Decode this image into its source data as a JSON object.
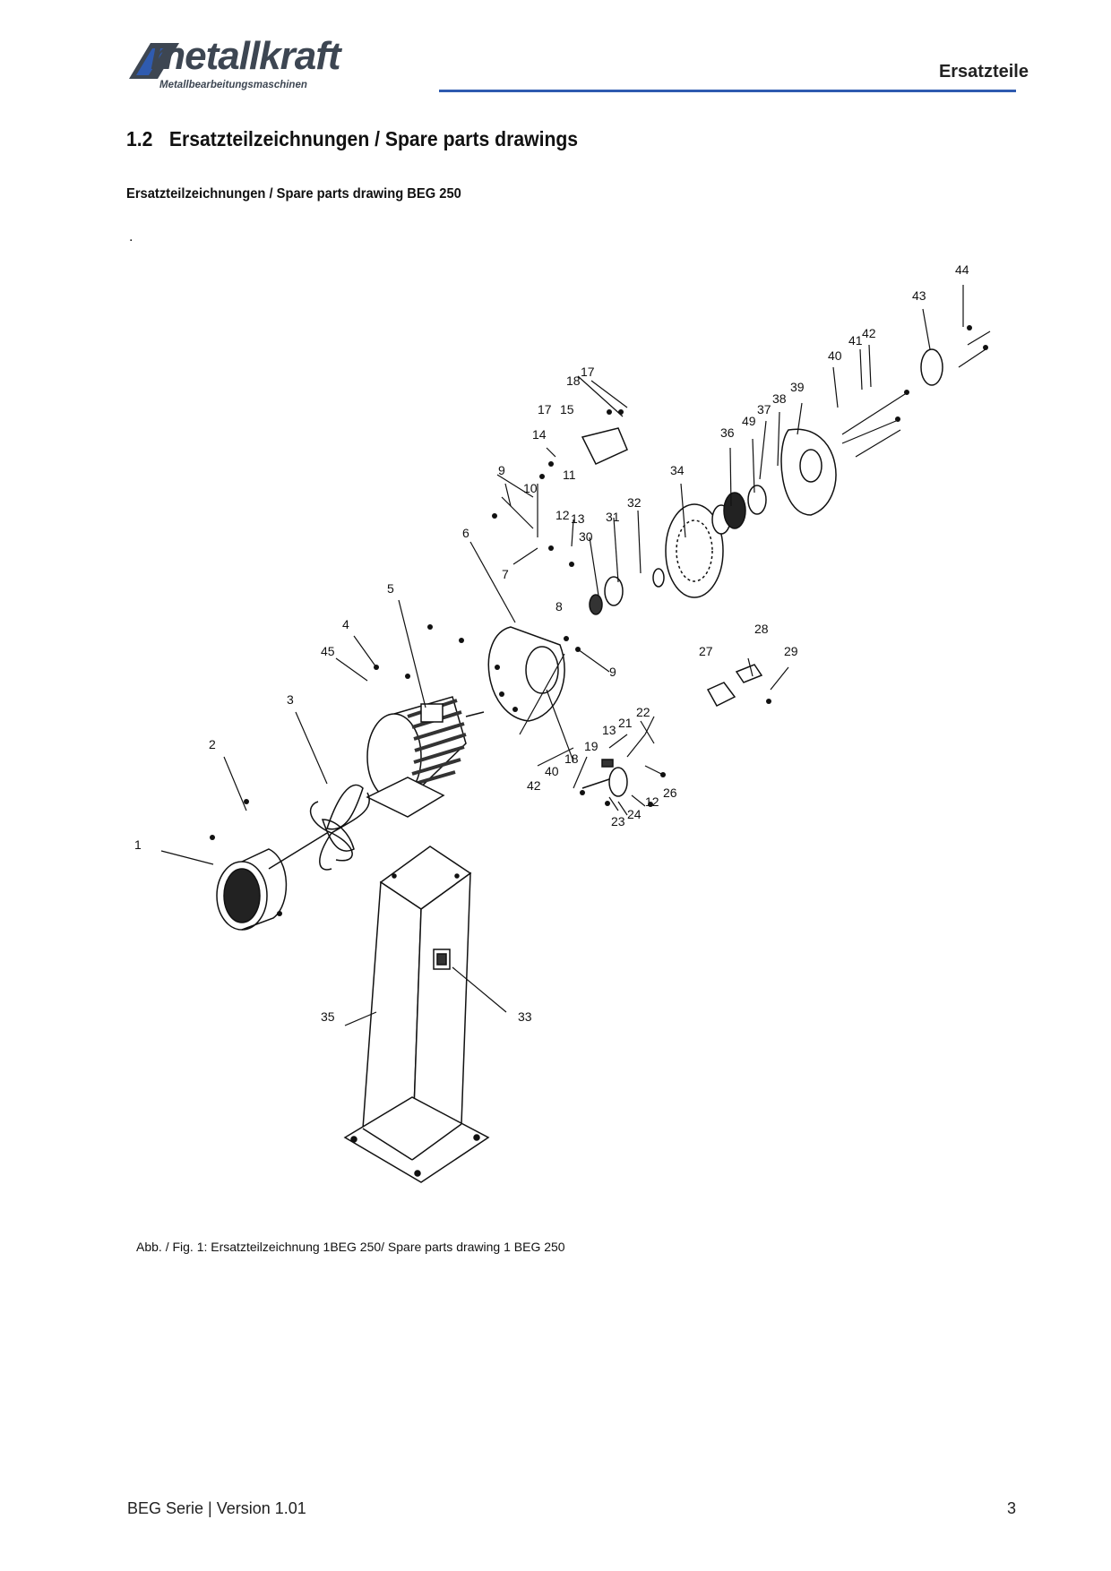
{
  "header": {
    "logo_text": "metallkraft",
    "logo_sub": "Metallbearbeitungsmaschinen",
    "title": "Ersatzteile"
  },
  "section": {
    "number": "1.2",
    "title": "Ersatzteilzeichnungen  / Spare parts drawings"
  },
  "subheading": "Ersatzteilzeichnungen / Spare parts drawing BEG 250",
  "stray_mark": ".",
  "drawing": {
    "callouts": [
      "1",
      "2",
      "3",
      "4",
      "45",
      "5",
      "6",
      "7",
      "8",
      "9",
      "10",
      "11",
      "12",
      "13",
      "14",
      "15",
      "17",
      "18",
      "17",
      "9",
      "30",
      "31",
      "32",
      "34",
      "36",
      "49",
      "37",
      "38",
      "39",
      "40",
      "41",
      "42",
      "43",
      "44",
      "27",
      "28",
      "29",
      "22",
      "21",
      "13",
      "19",
      "18",
      "40",
      "42",
      "26",
      "12",
      "24",
      "23",
      "35",
      "33"
    ]
  },
  "caption": "Abb. / Fig. 1: Ersatzteilzeichnung 1BEG 250/ Spare parts drawing 1 BEG 250",
  "footer": {
    "left": "BEG Serie | Version 1.01",
    "page": "3"
  }
}
